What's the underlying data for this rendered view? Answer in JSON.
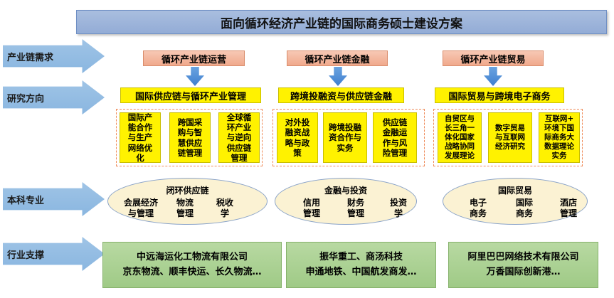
{
  "title": "面向循环经济产业链的国际商务硕士建设方案",
  "left_labels": [
    "产业链需求",
    "研究方向",
    "本科专业",
    "行业支撑"
  ],
  "columns": [
    {
      "demand": "循环产业链运营",
      "direction": "国际供应链与循环产业管理",
      "subtopics": [
        "国际产\n能合作\n与生产\n网络优\n化",
        "跨国采\n购与智\n慧供应\n链管理",
        "全球循\n环产业\n与逆向\n供应链\n管理"
      ],
      "major_group": "闭环供应链",
      "majors": [
        "会展经济\n与管理",
        "物流\n管理",
        "税收\n学"
      ],
      "industry": [
        "中远海运化工物流有限公司",
        "京东物流、顺丰快运、长久物流…"
      ]
    },
    {
      "demand": "循环产业链金融",
      "direction": "跨境投融资与供应链金融",
      "subtopics": [
        "对外投\n融资战\n略与政\n策",
        "跨境投融\n资合作与\n实务",
        "供应链\n金融运\n作与风\n险管理"
      ],
      "major_group": "金融与投资",
      "majors": [
        "信用\n管理",
        "财务\n管理",
        "投资\n学"
      ],
      "industry": [
        "振华重工、商汤科技",
        "申通地铁、中国航发商发…"
      ]
    },
    {
      "demand": "循环产业链贸易",
      "direction": "国际贸易与跨境电子商务",
      "subtopics": [
        "自贸区与\n长三角一\n体化国家\n战略协同\n发展理论",
        "数字贸易\n与互联网\n经济研究",
        "互联网+\n环境下国\n际商务大\n数据理论\n实务"
      ],
      "major_group": "国际贸易",
      "majors": [
        "电子\n商务",
        "国际\n商务",
        "酒店\n管理"
      ],
      "industry": [
        "阿里巴巴网络技术有限公司",
        "万香国际创新港…"
      ]
    }
  ]
}
